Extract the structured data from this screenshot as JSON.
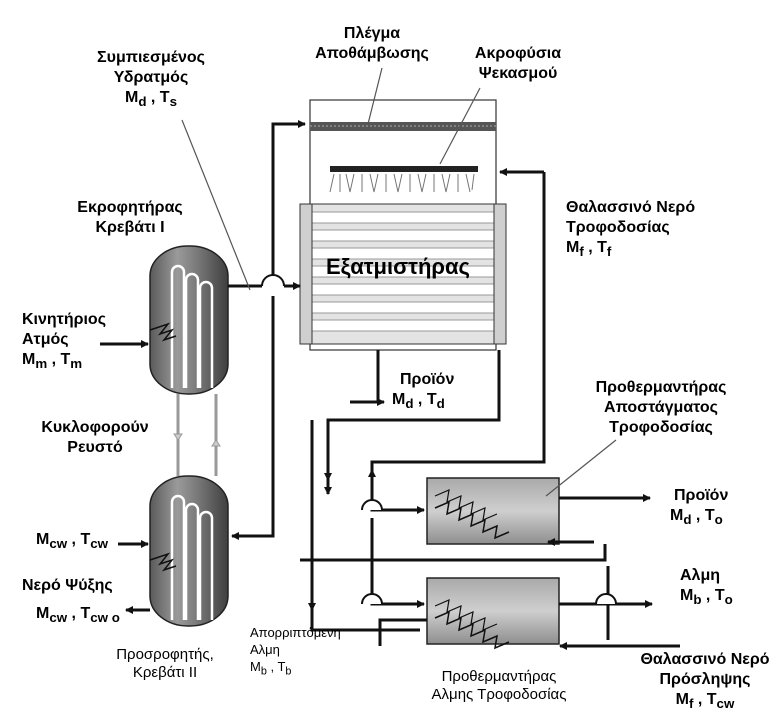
{
  "labels": {
    "compressed_vapor_l1": "Συμπιεσμένος",
    "compressed_vapor_l2": "Υδρατμός",
    "compressed_vapor_vars": "M",
    "compressed_vapor_sub1": "d",
    "compressed_vapor_sep": " , T",
    "compressed_vapor_sub2": "s",
    "demister_l1": "Πλέγμα",
    "demister_l2": "Αποθάμβωσης",
    "nozzles_l1": "Ακροφύσια",
    "nozzles_l2": "Ψεκασμού",
    "desorber_l1": "Εκροφητήρας",
    "desorber_l2": "Κρεβάτι Ι",
    "evaporator": "Εξατμιστήρας",
    "feed_sea_l1": "Θαλασσινό Νερό",
    "feed_sea_l2": "Τροφοδοσίας",
    "feed_sea_vars": "M",
    "feed_sea_sub1": "f",
    "feed_sea_sep": " , T",
    "feed_sea_sub2": "f",
    "motive_l1": "Κινητήριος",
    "motive_l2": "Ατμός",
    "motive_vars": "M",
    "motive_sub1": "m",
    "motive_sep": " , T",
    "motive_sub2": "m",
    "product_top_l1": "Προϊόν",
    "product_top_vars": "M",
    "product_top_sub1": "d",
    "product_top_sep": " , T",
    "product_top_sub2": "d",
    "circ_l1": "Κυκλοφορούν",
    "circ_l2": "Ρευστό",
    "dist_preheater_l1": "Προθερμαντήρας",
    "dist_preheater_l2": "Αποστάγματος",
    "dist_preheater_l3": "Τροφοδοσίας",
    "cw_in_vars": "M",
    "cw_in_sub1": "cw",
    "cw_in_sep": " , T",
    "cw_in_sub2": "cw",
    "cooling_water": "Νερό Ψύξης",
    "cw_out_vars": "M",
    "cw_out_sub1": "cw",
    "cw_out_sep": " , T",
    "cw_out_sub2": "cw o",
    "product_out_l1": "Προϊόν",
    "product_out_vars": "M",
    "product_out_sub1": "d",
    "product_out_sep": " , T",
    "product_out_sub2": "o",
    "brine_out_l1": "Αλμη",
    "brine_out_vars": "M",
    "brine_out_sub1": "b",
    "brine_out_sep": " , T",
    "brine_out_sub2": "o",
    "rejected_l1": "Απορριπτόμενη",
    "rejected_l2": "Αλμη",
    "rejected_vars": "M",
    "rejected_sub1": "b",
    "rejected_sep": " , T",
    "rejected_sub2": "b",
    "adsorber_l1": "Προσροφητής,",
    "adsorber_l2": "Κρεβάτι ΙΙ",
    "brine_preheater_l1": "Προθερμαντήρας",
    "brine_preheater_l2": "Αλμης Τροφοδοσίας",
    "intake_l1": "Θαλασσινό Νερό",
    "intake_l2": "Πρόσληψης",
    "intake_vars": "M",
    "intake_sub1": "f",
    "intake_sep": " , T",
    "intake_sub2": "cw"
  }
}
